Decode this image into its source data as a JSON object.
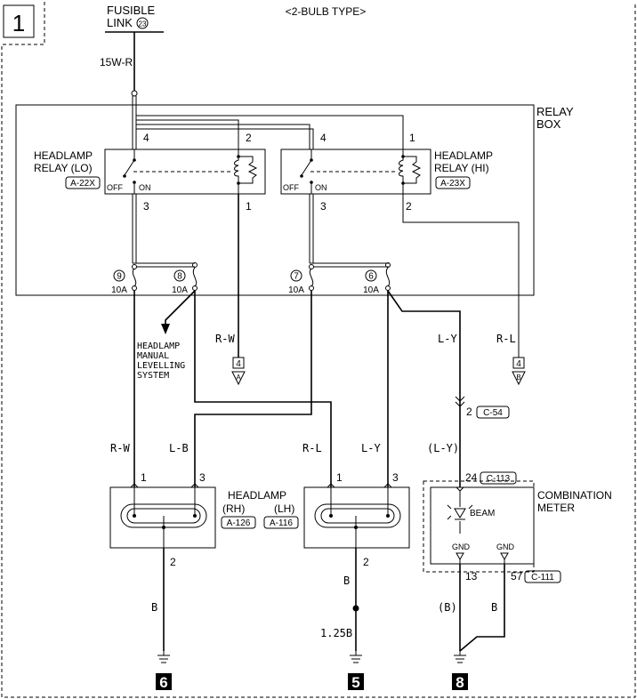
{
  "diagram": {
    "sheet_number": "1",
    "variant": "<2-BULB TYPE>",
    "fusible_link": {
      "line1": "FUSIBLE",
      "line2": "LINK",
      "number": "23"
    },
    "relay_box": {
      "line1": "RELAY",
      "line2": "BOX"
    },
    "relay_lo": {
      "line1": "HEADLAMP",
      "line2": "RELAY (LO)",
      "connector": "A-22X",
      "off": "OFF",
      "on": "ON",
      "pins": {
        "p4": "4",
        "p2": "2",
        "p3": "3",
        "p1": "1"
      }
    },
    "relay_hi": {
      "line1": "HEADLAMP",
      "line2": "RELAY (HI)",
      "connector": "A-23X",
      "off": "OFF",
      "on": "ON",
      "pins": {
        "p4": "4",
        "p1": "1",
        "p3": "3",
        "p2": "2"
      }
    },
    "fuses": [
      {
        "number": "9",
        "rating": "10A"
      },
      {
        "number": "8",
        "rating": "10A"
      },
      {
        "number": "7",
        "rating": "10A"
      },
      {
        "number": "6",
        "rating": "10A"
      }
    ],
    "levelling": {
      "line1": "HEADLAMP",
      "line2": "MANUAL",
      "line3": "LEVELLING",
      "line4": "SYSTEM"
    },
    "connector_refs": [
      {
        "number": "4",
        "letter": "A"
      },
      {
        "number": "4",
        "letter": "B"
      }
    ],
    "wires": {
      "main_in": "15W-R",
      "to_ref_a": "R-W",
      "to_ref_b": "R-L",
      "to_meter": "L-Y",
      "rh_left": "R-W",
      "rh_right": "L-B",
      "lh_left": "R-L",
      "lh_right": "L-Y",
      "meter_in": "(L-Y)",
      "rh_ground": "B",
      "lh_ground": "B",
      "lh_ground_size": "1.25B",
      "meter_gnd1": "(B)",
      "meter_gnd2": "B"
    },
    "junction": {
      "pin": "2",
      "connector": "C-54"
    },
    "headlamp": {
      "title": "HEADLAMP",
      "rh": "(RH)",
      "lh": "(LH)",
      "rh_connector": "A-126",
      "lh_connector": "A-116",
      "rh_pins": {
        "p1": "1",
        "p3": "3",
        "p2": "2"
      },
      "lh_pins": {
        "p1": "1",
        "p3": "3",
        "p2": "2"
      }
    },
    "meter": {
      "line1": "COMBINATION",
      "line2": "METER",
      "beam": "BEAM",
      "gnd1": "GND",
      "gnd2": "GND",
      "pin_in": "24",
      "pin_in_connector": "C-113",
      "pin_gnd1": "13",
      "pin_gnd2": "57",
      "pin_gnd2_connector": "C-111"
    },
    "ground_points": [
      "6",
      "5",
      "8"
    ]
  }
}
